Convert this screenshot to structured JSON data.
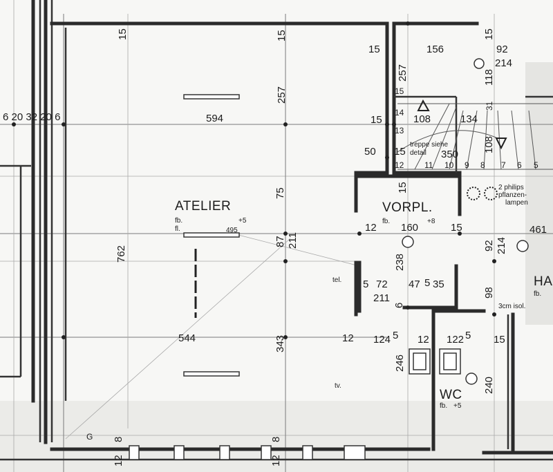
{
  "rooms": {
    "atelier": {
      "name": "ATELIER",
      "fb_label": "fb.",
      "fb_value": "+5",
      "fl_label": "fl.",
      "fl_value": "495"
    },
    "vorpl": {
      "name": "VORPL.",
      "fb_label": "fb.",
      "fb_value": "+8"
    },
    "wc": {
      "name": "WC",
      "fb_label": "fb.",
      "fb_value": "+5"
    },
    "ha": {
      "name": "HA",
      "fb_label": "fb."
    }
  },
  "annotations": {
    "stair_note_1": "treppe siehe",
    "stair_note_2": "detail",
    "lamp_note_1": "2 philips",
    "lamp_note_2": "pflanzen-",
    "lamp_note_3": "lampen",
    "isolation": "3cm isol.",
    "tel": "tel.",
    "tv": "tv."
  },
  "dimensions": {
    "left_group": "6 20 32 20 6",
    "atelier_top_15a": "15",
    "atelier_top_15b": "15",
    "atelier_257": "257",
    "atelier_594": "594",
    "atelier_75": "75",
    "atelier_87": "87",
    "atelier_211": "211",
    "atelier_762": "762",
    "atelier_544": "544",
    "atelier_343": "343",
    "atelier_12": "12",
    "stair_15a": "15",
    "stair_257": "257",
    "stair_15b": "15",
    "stair_50": "50",
    "stair_15c": "15",
    "stair_156": "156",
    "stair_108": "108",
    "stair_134": "134",
    "stair_350": "350",
    "stair_108b": "108",
    "stair_31": "31",
    "right_15": "15",
    "right_92": "92",
    "right_214": "214",
    "right_118": "118",
    "steps": [
      "15",
      "14",
      "13",
      "12",
      "11",
      "10",
      "9",
      "8",
      "7",
      "6",
      "5"
    ],
    "vorpl_15": "15",
    "vorpl_12": "12",
    "vorpl_160": "160",
    "vorpl_15b": "15",
    "vorpl_238": "238",
    "vorpl_92": "92",
    "vorpl_214": "214",
    "vorpl_461": "461",
    "vorpl_5": "5",
    "vorpl_72": "72",
    "vorpl_47": "47",
    "vorpl_5b": "5",
    "vorpl_35": "35",
    "vorpl_211": "211",
    "vorpl_6": "6",
    "vorpl_98": "98",
    "wc_124": "124",
    "wc_5": "5",
    "wc_246": "246",
    "wc_12": "12",
    "wc_122": "122",
    "wc_5b": "5",
    "wc_15": "15",
    "wc_240": "240",
    "bottom_8a": "8",
    "bottom_128": "12",
    "bottom_8b": "8",
    "bottom_12b": "12",
    "bottom_G": "G"
  }
}
